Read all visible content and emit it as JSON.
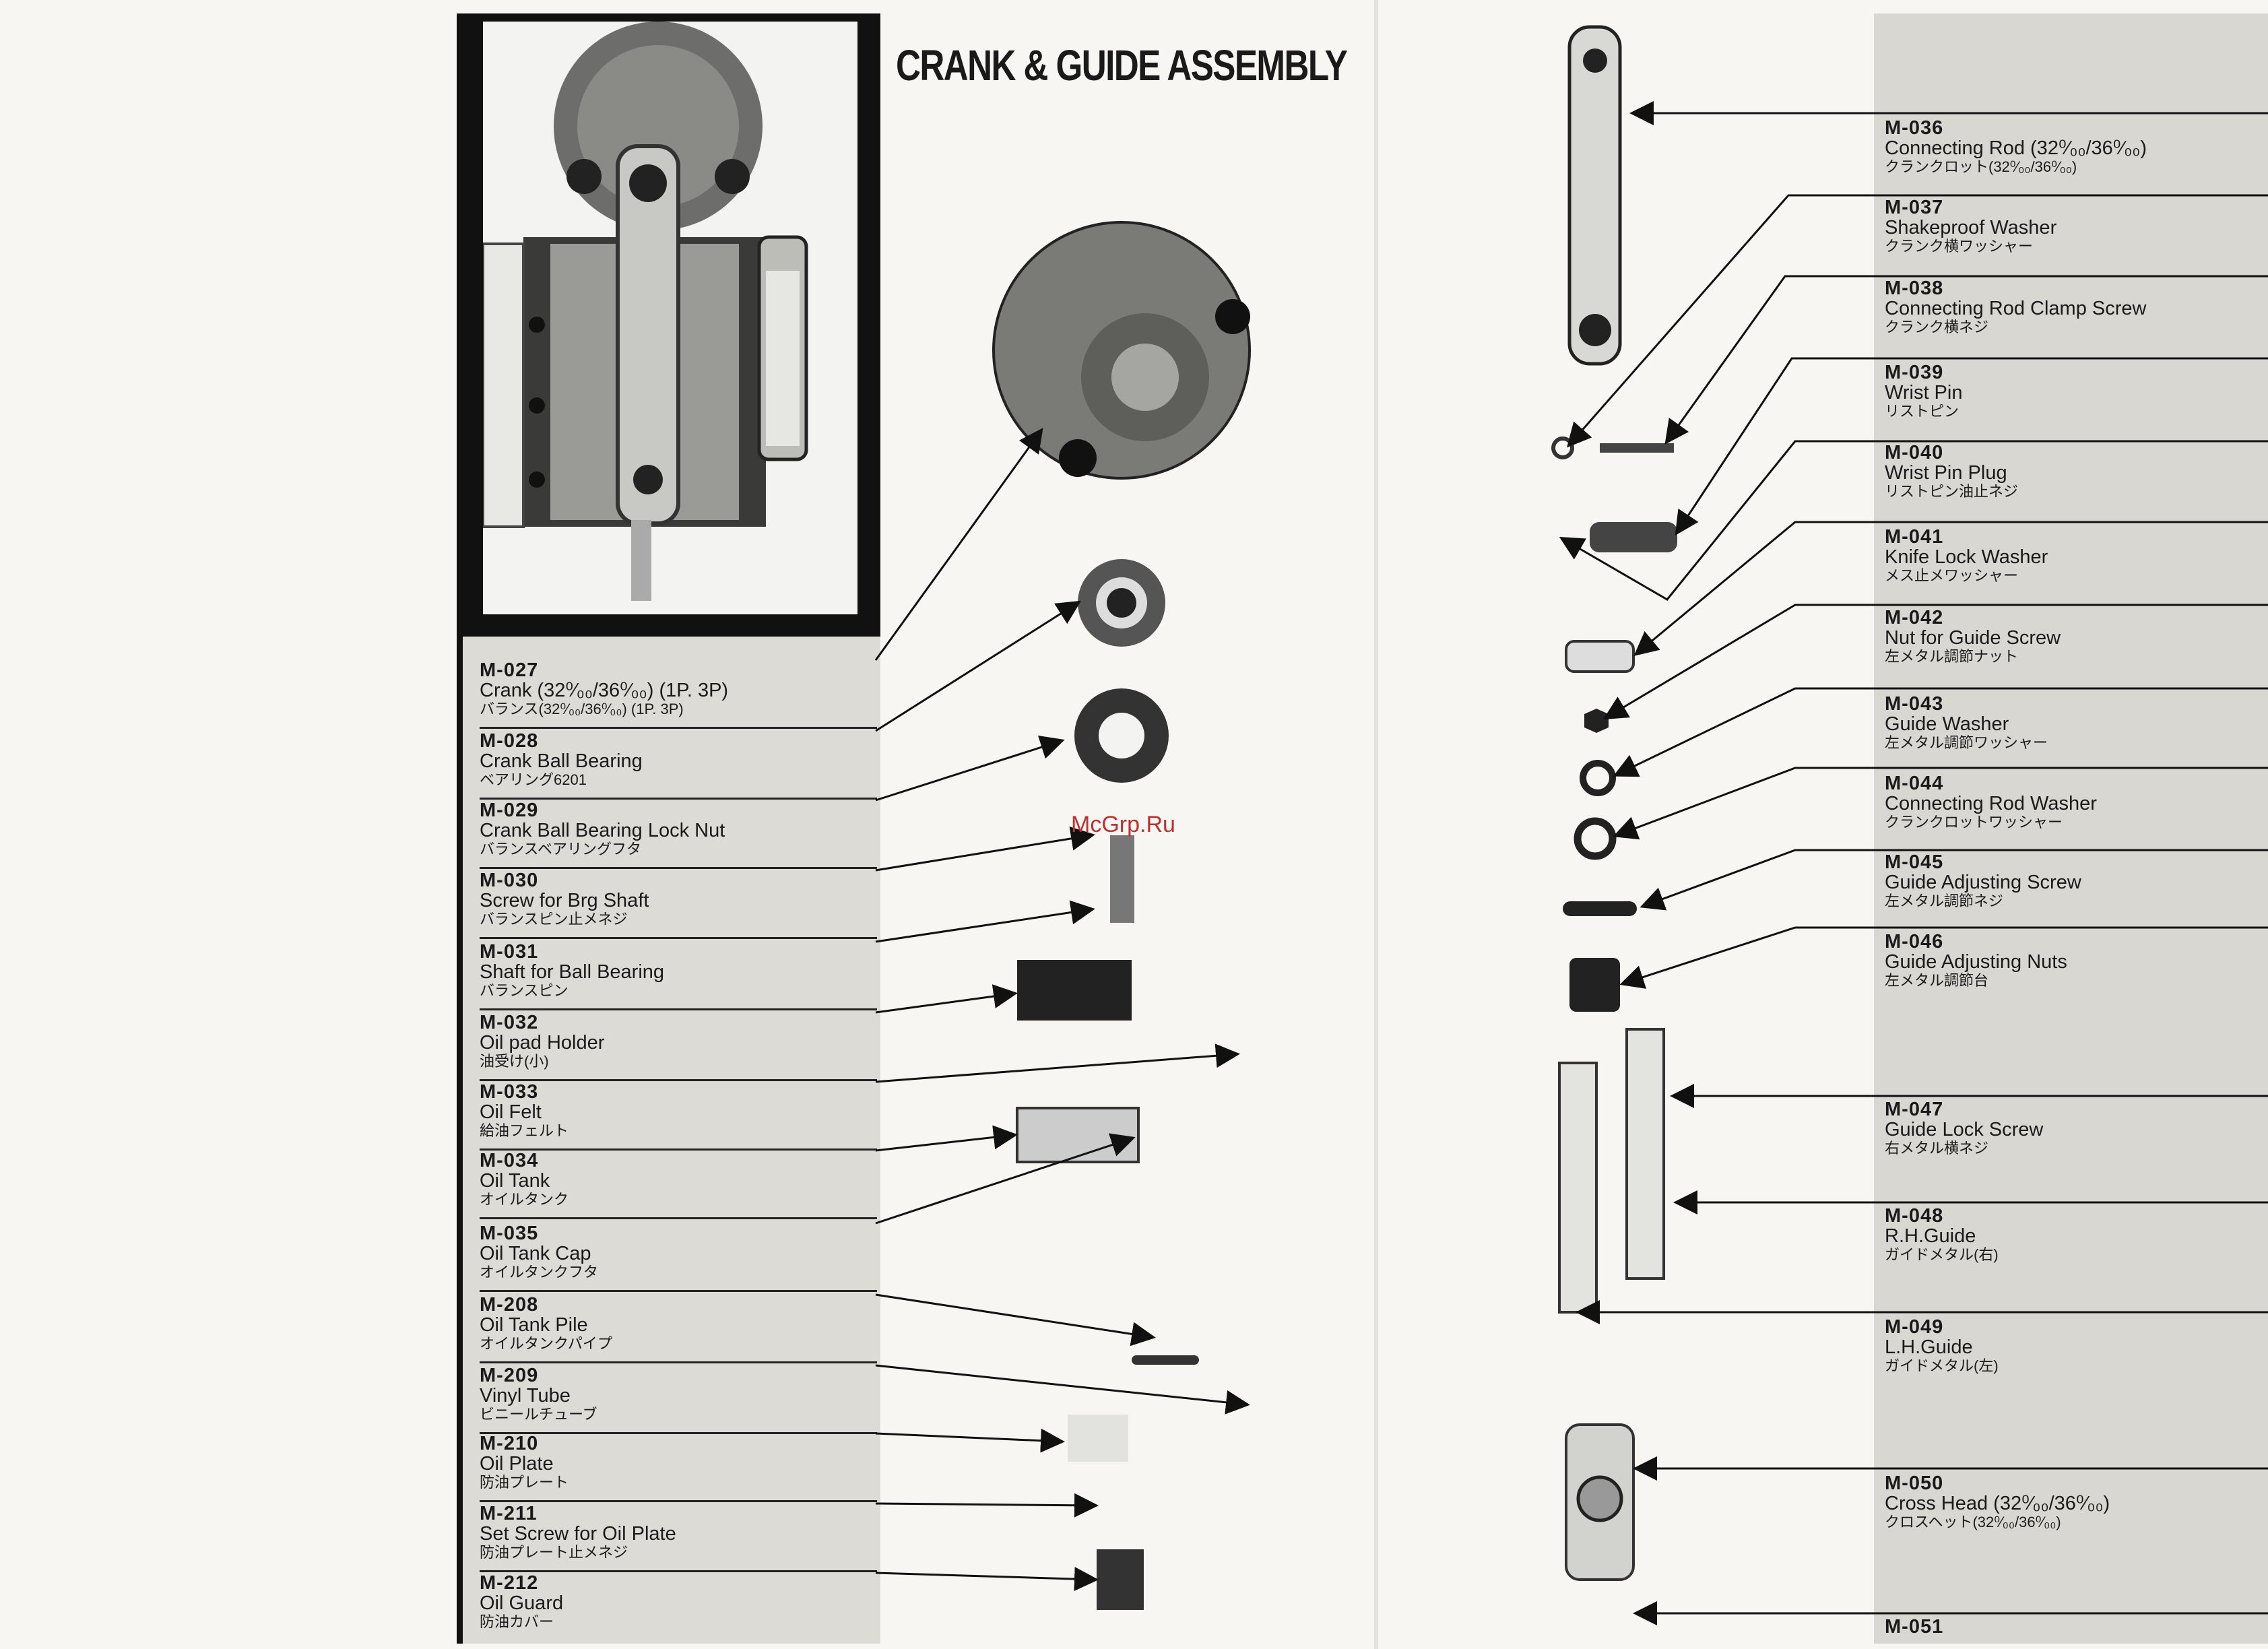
{
  "title": "CRANK & GUIDE ASSEMBLY",
  "watermark": "McGrp.Ru",
  "left_parts": [
    {
      "num": "M-027",
      "en": "Crank (32⁰⁄₀₀/36⁰⁄₀₀) (1P. 3P)",
      "jp": "バランス(32⁰⁄₀₀/36⁰⁄₀₀) (1P. 3P)"
    },
    {
      "num": "M-028",
      "en": "Crank Ball Bearing",
      "jp": "ベアリング6201"
    },
    {
      "num": "M-029",
      "en": "Crank Ball Bearing Lock Nut",
      "jp": "バランスベアリングフタ"
    },
    {
      "num": "M-030",
      "en": "Screw for Brg Shaft",
      "jp": "バランスピン止メネジ"
    },
    {
      "num": "M-031",
      "en": "Shaft for Ball Bearing",
      "jp": "バランスピン"
    },
    {
      "num": "M-032",
      "en": "Oil pad Holder",
      "jp": "油受け(小)"
    },
    {
      "num": "M-033",
      "en": "Oil Felt",
      "jp": "給油フェルト"
    },
    {
      "num": "M-034",
      "en": "Oil Tank",
      "jp": "オイルタンク"
    },
    {
      "num": "M-035",
      "en": "Oil Tank Cap",
      "jp": "オイルタンクフタ"
    },
    {
      "num": "M-208",
      "en": "Oil Tank Pile",
      "jp": "オイルタンクパイプ"
    },
    {
      "num": "M-209",
      "en": "Vinyl Tube",
      "jp": "ビニールチューブ"
    },
    {
      "num": "M-210",
      "en": "Oil Plate",
      "jp": "防油プレート"
    },
    {
      "num": "M-211",
      "en": "Set Screw for Oil Plate",
      "jp": "防油プレート止メネジ"
    },
    {
      "num": "M-212",
      "en": "Oil Guard",
      "jp": "防油カバー"
    }
  ],
  "right_parts": [
    {
      "num": "M-036",
      "en": "Connecting Rod (32⁰⁄₀₀/36⁰⁄₀₀)",
      "jp": "クランクロット(32⁰⁄₀₀/36⁰⁄₀₀)"
    },
    {
      "num": "M-037",
      "en": "Shakeproof Washer",
      "jp": "クランク横ワッシャー"
    },
    {
      "num": "M-038",
      "en": "Connecting Rod Clamp Screw",
      "jp": "クランク横ネジ"
    },
    {
      "num": "M-039",
      "en": "Wrist Pin",
      "jp": "リストピン"
    },
    {
      "num": "M-040",
      "en": "Wrist Pin Plug",
      "jp": "リストピン油止ネジ"
    },
    {
      "num": "M-041",
      "en": "Knife Lock Washer",
      "jp": "メス止メワッシャー"
    },
    {
      "num": "M-042",
      "en": "Nut for Guide Screw",
      "jp": "左メタル調節ナット"
    },
    {
      "num": "M-043",
      "en": "Guide Washer",
      "jp": "左メタル調節ワッシャー"
    },
    {
      "num": "M-044",
      "en": "Connecting Rod Washer",
      "jp": "クランクロットワッシャー"
    },
    {
      "num": "M-045",
      "en": "Guide Adjusting Screw",
      "jp": "左メタル調節ネジ"
    },
    {
      "num": "M-046",
      "en": "Guide Adjusting Nuts",
      "jp": "左メタル調節台"
    },
    {
      "num": "M-047",
      "en": "Guide Lock Screw",
      "jp": "右メタル横ネジ"
    },
    {
      "num": "M-048",
      "en": "R.H.Guide",
      "jp": "ガイドメタル(右)"
    },
    {
      "num": "M-049",
      "en": "L.H.Guide",
      "jp": "ガイドメタル(左)"
    },
    {
      "num": "M-050",
      "en": "Cross Head (32⁰⁄₀₀/36⁰⁄₀₀)",
      "jp": "クロスヘット(32⁰⁄₀₀/36⁰⁄₀₀)"
    },
    {
      "num": "M-051",
      "en": "",
      "jp": ""
    }
  ]
}
